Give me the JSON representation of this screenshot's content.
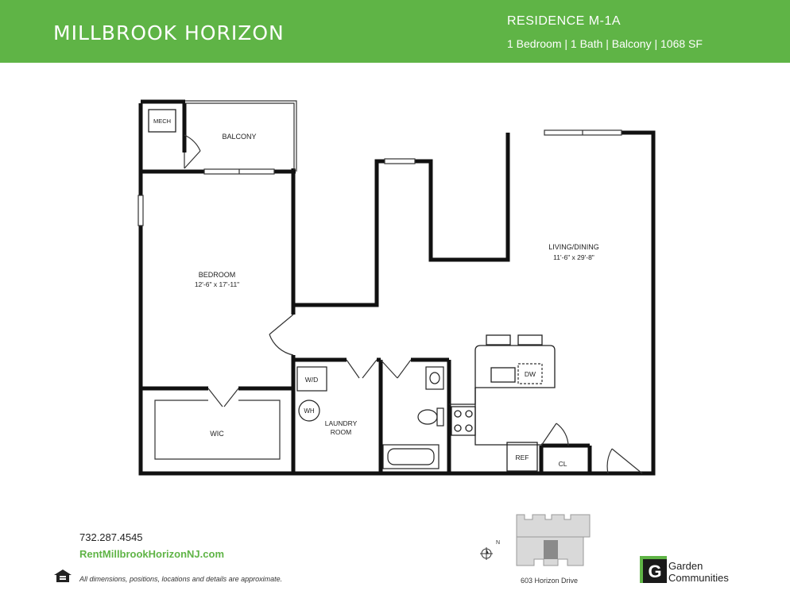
{
  "header": {
    "brand": "MILLBROOK HORIZON",
    "residence_title": "RESIDENCE M-1A",
    "residence_subtitle": "1 Bedroom | 1 Bath | Balcony | 1068 SF"
  },
  "rooms": {
    "mech": "MECH",
    "balcony": "BALCONY",
    "bedroom": "BEDROOM",
    "bedroom_dims": "12'-6\" x 17'-11\"",
    "wic": "WIC",
    "wd": "W/D",
    "wh": "WH",
    "laundry_line1": "LAUNDRY",
    "laundry_line2": "ROOM",
    "living": "LIVING/DINING",
    "living_dims": "11'-6\" x 29'-8\"",
    "dw": "DW",
    "ref": "REF",
    "cl": "CL"
  },
  "footer": {
    "phone": "732.287.4545",
    "website": "RentMillbrookHorizonNJ.com",
    "disclaimer": "All dimensions, positions, locations and details are approximate.",
    "compass_label": "N",
    "address": "603 Horizon Drive",
    "company_line1": "Garden",
    "company_line2": "Communities",
    "logo_letter": "G"
  },
  "colors": {
    "brand_green": "#5fb446",
    "wall": "#111111",
    "logo_dark": "#1a1a1a"
  },
  "icons": [
    "equal-housing-icon",
    "compass-icon",
    "garden-communities-logo-icon"
  ]
}
